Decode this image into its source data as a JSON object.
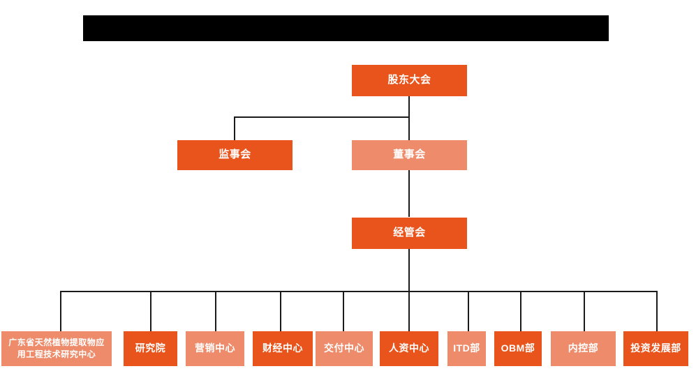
{
  "chart_data": {
    "type": "diagram",
    "title": "",
    "subtitle": "",
    "orientation": "top-down",
    "levels": 4,
    "colors": {
      "dark_orange": "#E8541B",
      "light_orange": "#ED8B6B",
      "connector": "#1a1a1a",
      "background": "#FFFFFF",
      "redaction": "#000000",
      "label_text": "#FFFFFF"
    },
    "nodes": [
      {
        "id": "n1",
        "label": "股东大会",
        "level": 1,
        "color": "dark"
      },
      {
        "id": "n2",
        "label": "监事会",
        "level": 2,
        "color": "dark"
      },
      {
        "id": "n3",
        "label": "董事会",
        "level": 2,
        "color": "light"
      },
      {
        "id": "n4",
        "label": "经管会",
        "level": 3,
        "color": "dark"
      },
      {
        "id": "n5",
        "label": "广东省天然植物提取物应用工程技术研究中心",
        "level": 4,
        "color": "light"
      },
      {
        "id": "n6",
        "label": "研究院",
        "level": 4,
        "color": "dark"
      },
      {
        "id": "n7",
        "label": "营销中心",
        "level": 4,
        "color": "light"
      },
      {
        "id": "n8",
        "label": "财经中心",
        "level": 4,
        "color": "dark"
      },
      {
        "id": "n9",
        "label": "交付中心",
        "level": 4,
        "color": "light"
      },
      {
        "id": "n10",
        "label": "人资中心",
        "level": 4,
        "color": "dark"
      },
      {
        "id": "n11",
        "label": "ITD部",
        "level": 4,
        "color": "light"
      },
      {
        "id": "n12",
        "label": "OBM部",
        "level": 4,
        "color": "dark"
      },
      {
        "id": "n13",
        "label": "内控部",
        "level": 4,
        "color": "light"
      },
      {
        "id": "n14",
        "label": "投资发展部",
        "level": 4,
        "color": "dark"
      }
    ],
    "edges": [
      {
        "from": "n1",
        "to": "n2"
      },
      {
        "from": "n1",
        "to": "n3"
      },
      {
        "from": "n3",
        "to": "n4"
      },
      {
        "from": "n4",
        "to": "n5"
      },
      {
        "from": "n4",
        "to": "n6"
      },
      {
        "from": "n4",
        "to": "n7"
      },
      {
        "from": "n4",
        "to": "n8"
      },
      {
        "from": "n4",
        "to": "n9"
      },
      {
        "from": "n4",
        "to": "n10"
      },
      {
        "from": "n4",
        "to": "n11"
      },
      {
        "from": "n4",
        "to": "n12"
      },
      {
        "from": "n4",
        "to": "n13"
      },
      {
        "from": "n4",
        "to": "n14"
      }
    ]
  },
  "header": {
    "redacted_title": ""
  },
  "nodes": {
    "shareholders_meeting": "股东大会",
    "board_of_supervisors": "监事会",
    "board_of_directors": "董事会",
    "management_committee": "经管会",
    "research_center": "广东省天然植物提取物应用工程技术研究中心",
    "research_institute": "研究院",
    "marketing_center": "营销中心",
    "finance_center": "财经中心",
    "delivery_center": "交付中心",
    "hr_center": "人资中心",
    "itd_department": "ITD部",
    "obm_department": "OBM部",
    "internal_control_department": "内控部",
    "investment_development_department": "投资发展部"
  },
  "node_lines": {
    "research_center_line1": "广东省天然植物提取物应",
    "research_center_line2": "用工程技术研究中心"
  }
}
